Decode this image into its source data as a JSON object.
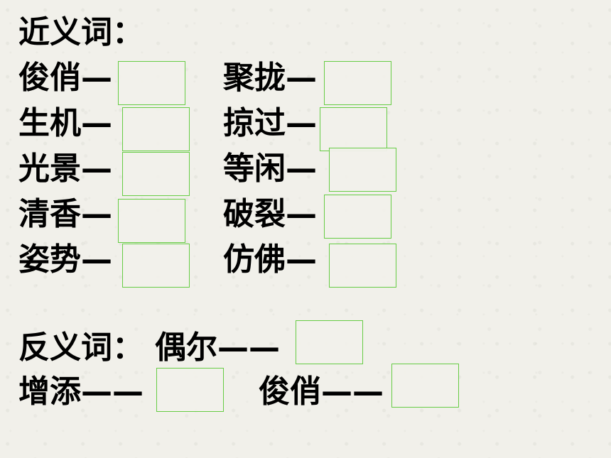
{
  "synonyms": {
    "heading": "近义词：",
    "items": [
      {
        "left": "俊俏—",
        "right": "聚拢—"
      },
      {
        "left": "生机—",
        "right": "掠过—"
      },
      {
        "left": "光景—",
        "right": "等闲—"
      },
      {
        "left": "清香—",
        "right": "破裂—"
      },
      {
        "left": "姿势—",
        "right": "仿佛—"
      }
    ]
  },
  "antonyms": {
    "heading": "反义词：",
    "item1": "偶尔——",
    "item2": "增添——",
    "item3": "俊俏——"
  }
}
